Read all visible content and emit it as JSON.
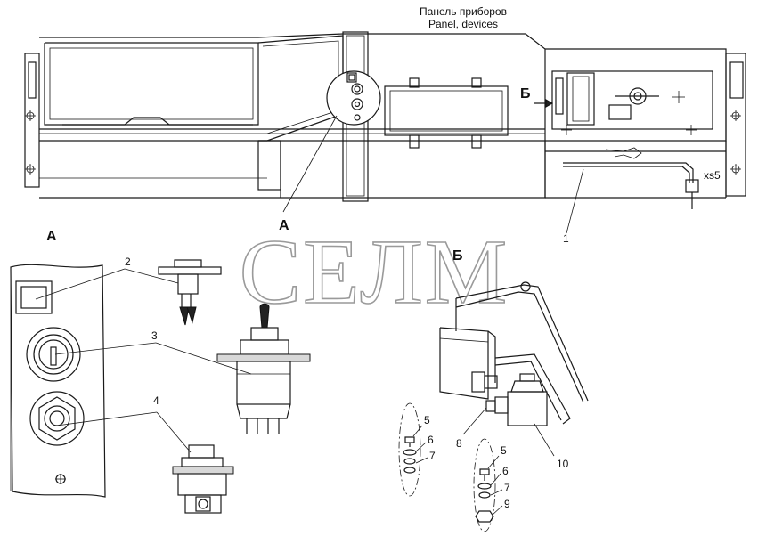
{
  "title": {
    "line1": "Панель приборов",
    "line2": "Panel, devices"
  },
  "views": {
    "a_top": "А",
    "b_top": "Б",
    "a_detail": "А",
    "b_detail": "Б"
  },
  "connector_label": "xs5",
  "watermark": "СЕЛМ",
  "callouts": {
    "c1": "1",
    "c2": "2",
    "c3": "3",
    "c4": "4",
    "c5a": "5",
    "c6a": "6",
    "c7a": "7",
    "c8": "8",
    "c5b": "5",
    "c6b": "6",
    "c7b": "7",
    "c9": "9",
    "c10": "10"
  }
}
